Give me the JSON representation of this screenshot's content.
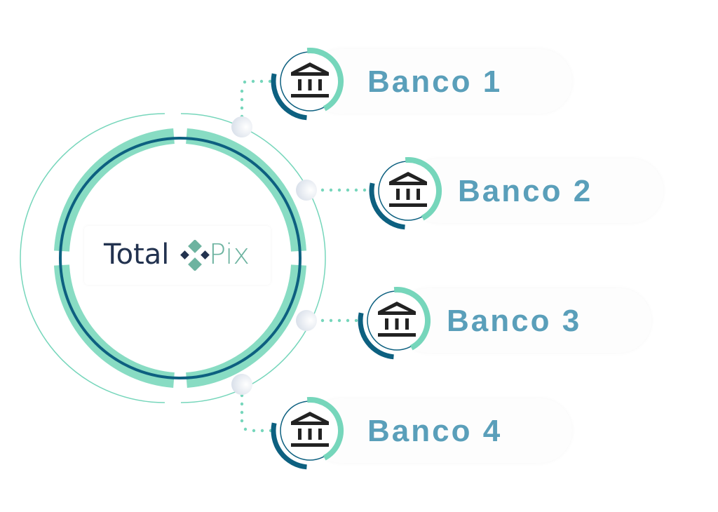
{
  "logo": {
    "word_left": "Total",
    "word_right": "Pix",
    "colors": {
      "left": "#22324f",
      "right": "#6db3a0",
      "mark_dark": "#22324f",
      "mark_light": "#6db3a0"
    }
  },
  "banks": [
    {
      "label": "Banco 1",
      "icon": "bank-icon"
    },
    {
      "label": "Banco 2",
      "icon": "bank-icon"
    },
    {
      "label": "Banco 3",
      "icon": "bank-icon"
    },
    {
      "label": "Banco 4",
      "icon": "bank-icon"
    }
  ],
  "colors": {
    "accent_teal": "#76d6bb",
    "accent_navy": "#0d6080",
    "label_blue": "#5a9fba",
    "icon_dark": "#222222",
    "knob_light": "#eef1f6"
  }
}
